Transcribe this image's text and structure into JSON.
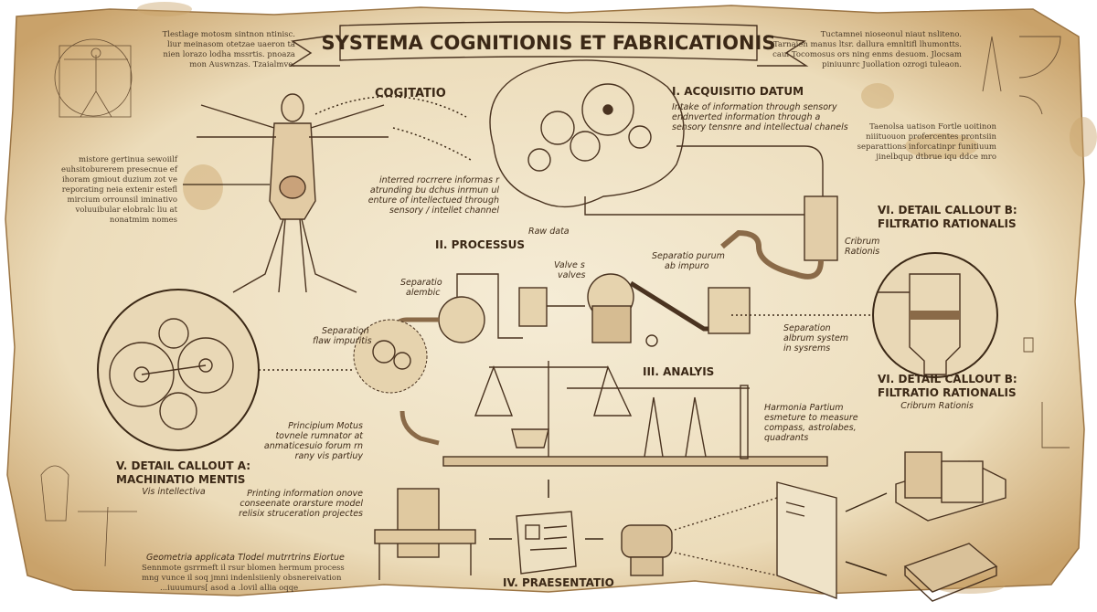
{
  "title": "SYSTEMA COGNITIONIS ET FABRICATIONIS",
  "colors": {
    "parchment": "#efe3c8",
    "ink": "#4a3320",
    "stain": "#c9a36b"
  },
  "cogitatio": {
    "label": "COGITATIO"
  },
  "acquisitio": {
    "heading": "I. ACQUISITIO DATUM",
    "lines": [
      "Intake of information through sensory",
      "endnverted information through a",
      "sensory tensnre and intellectual chanels"
    ]
  },
  "brain_note": {
    "lines": [
      "interred rocrrere informas r",
      "atrunding bu dchus inrmun ul",
      "enture of intellectued through",
      "sensory / intellet channel"
    ]
  },
  "processus": {
    "heading": "II. PROCESSUS",
    "raw_data": "Raw data",
    "alembic": [
      "Separatio",
      "alembic"
    ],
    "valves": [
      "Valve s",
      "valves"
    ],
    "purum": [
      "Separatio purum",
      "ab impuro"
    ],
    "albrum": [
      "Separation",
      "albrum system",
      "in sysrems"
    ],
    "separation_flaw": [
      "Separation",
      "flaw impuritis"
    ],
    "cribrum": [
      "Cribrum",
      "Rationis"
    ]
  },
  "analysis": {
    "heading": "III. ANALYIS",
    "harmonia": [
      "Harmonia Partium",
      "esmeture to measure",
      "compass, astrolabes,",
      "quadrants"
    ]
  },
  "principium": {
    "lines": [
      "Principium Motus",
      "tovnele rumnator at",
      "anmaticesuio forum rn",
      "rany vis partiuy"
    ]
  },
  "printing": {
    "lines": [
      "Printing information onove",
      "conseenate orarsture model",
      "relisix struceration projectes"
    ]
  },
  "praesentatio": {
    "heading": "IV. PRAESENTATIO"
  },
  "callout_a": {
    "heading": [
      "V. DETAIL CALLOUT A:",
      "MACHINATIO MENTIS"
    ],
    "sub": "Vis intellectiva"
  },
  "callout_b_top": {
    "heading": [
      "VI. DETAIL CALLOUT B:",
      "FILTRATIO RATIONALIS"
    ]
  },
  "callout_b_bottom": {
    "heading": [
      "VI. DETAIL CALLOUT B:",
      "FILTRATIO RATIONALIS"
    ],
    "sub": "Cribrum Rationis"
  },
  "geometria": {
    "lines": [
      "Geometria applicata  Tlodel mutrrtrins Eiortue",
      "Sennmote gsrrmeft il rsur blomen hermum process",
      "mng vunce il soq jmni indenlsiienly obsnereivation",
      "...iuuumurs[ asod a .lovil allia oqqe"
    ]
  },
  "mirror_top_left": {
    "lines": [
      "Tlestlage motosm sintnon ntinisc.",
      "liur meinasom otetzae uaeron ta",
      "nien lorazo lodha mssrtis. pnoaza",
      "mon Auswnzas. Tzaialmve."
    ]
  },
  "mirror_left": {
    "lines": [
      "mistore gertinua sewoiilf",
      "euhsitoburerem presecnue ef",
      "ihoram gmiout duzium zot ve",
      "reporating neia extenir estefl",
      "mircium orrounsil iminativo",
      "voluuibular elobralc liu at",
      "nonatmim nomes"
    ]
  },
  "mirror_top_right": {
    "lines": [
      "Tuctamnei nioseonul niaut nsliteno.",
      "Tarnaien manus ltsr. dallura emnltifl lhumontts.",
      "caui Tocomosus ors ning enms desuom. Jlocsam",
      "piniuunrc Juollation ozrogi tuleaon."
    ]
  },
  "mirror_right": {
    "lines": [
      "Taenolsa uatison Fortle uoitinon",
      "niiituouon profercentes prontsiin",
      "separattions inforcatinpr funitiuum",
      "jinelbqup dtbrue iqu ddce mro"
    ]
  }
}
